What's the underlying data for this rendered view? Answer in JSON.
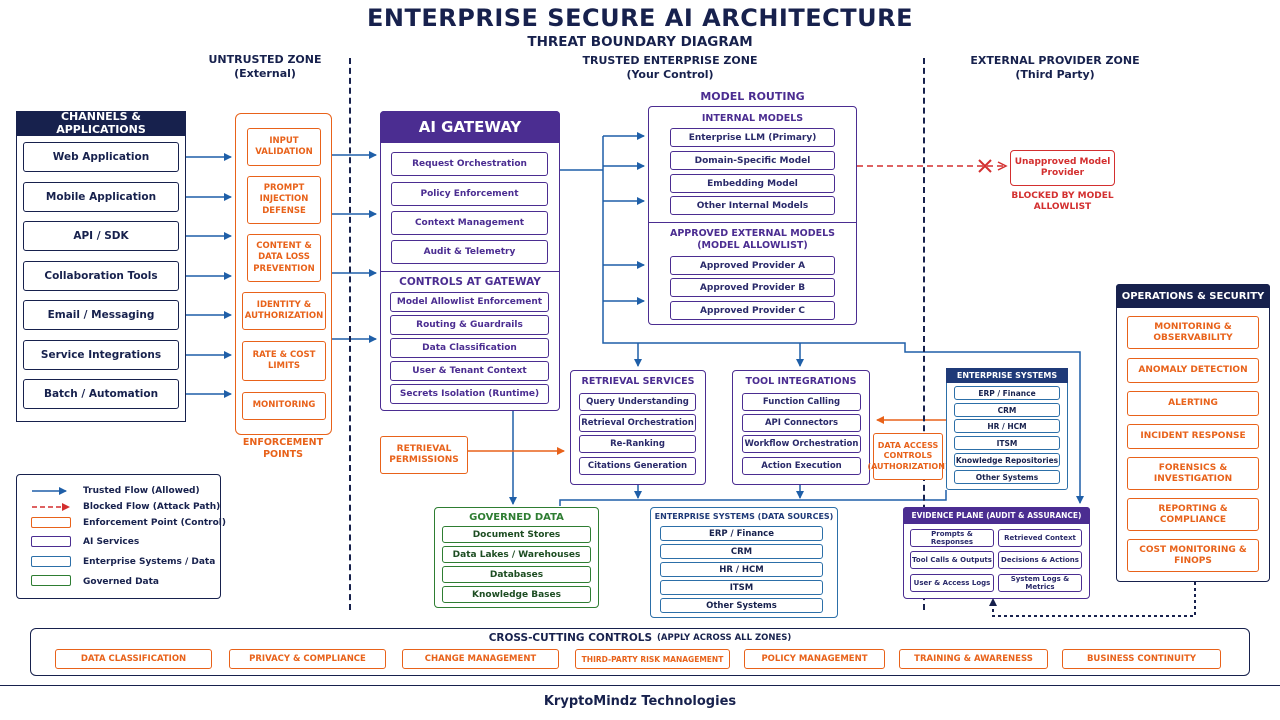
{
  "title": "ENTERPRISE SECURE AI ARCHITECTURE",
  "subtitle": "THREAT BOUNDARY DIAGRAM",
  "zones": {
    "untrusted": {
      "name": "UNTRUSTED ZONE",
      "sub": "(External)"
    },
    "trusted": {
      "name": "TRUSTED ENTERPRISE ZONE",
      "sub": "(Your Control)"
    },
    "external": {
      "name": "EXTERNAL PROVIDER ZONE",
      "sub": "(Third Party)"
    }
  },
  "channels": {
    "heading": "CHANNELS & APPLICATIONS",
    "items": [
      "Web Application",
      "Mobile Application",
      "API / SDK",
      "Collaboration Tools",
      "Email / Messaging",
      "Service Integrations",
      "Batch / Automation"
    ]
  },
  "enforcement": {
    "items": [
      "INPUT VALIDATION",
      "PROMPT INJECTION DEFENSE",
      "CONTENT & DATA LOSS PREVENTION",
      "IDENTITY & AUTHORIZATION",
      "RATE & COST LIMITS",
      "MONITORING"
    ],
    "label": "ENFORCEMENT POINTS"
  },
  "gateway": {
    "heading": "AI GATEWAY",
    "items": [
      "Request Orchestration",
      "Policy Enforcement",
      "Context Management",
      "Audit & Telemetry"
    ],
    "controls_heading": "CONTROLS AT GATEWAY",
    "controls": [
      "Model Allowlist Enforcement",
      "Routing & Guardrails",
      "Data Classification",
      "User & Tenant Context",
      "Secrets Isolation (Runtime)"
    ]
  },
  "retrieval_permissions": "RETRIEVAL PERMISSIONS",
  "model_routing": {
    "heading": "MODEL ROUTING",
    "internal_heading": "INTERNAL MODELS",
    "internal": [
      "Enterprise LLM (Primary)",
      "Domain-Specific Model",
      "Embedding Model",
      "Other Internal Models"
    ],
    "external_heading": "APPROVED EXTERNAL MODELS",
    "external_sub": "(MODEL ALLOWLIST)",
    "external": [
      "Approved Provider A",
      "Approved Provider B",
      "Approved Provider C"
    ]
  },
  "unapproved": {
    "label": "Unapproved Model Provider",
    "blocked": "BLOCKED BY MODEL ALLOWLIST"
  },
  "retrieval": {
    "heading": "RETRIEVAL SERVICES",
    "items": [
      "Query Understanding",
      "Retrieval Orchestration",
      "Re-Ranking",
      "Citations Generation"
    ]
  },
  "tools": {
    "heading": "TOOL INTEGRATIONS",
    "items": [
      "Function Calling",
      "API Connectors",
      "Workflow Orchestration",
      "Action Execution"
    ]
  },
  "data_access": "DATA ACCESS CONTROLS (AUTHORIZATION)",
  "enterprise_systems": {
    "heading": "ENTERPRISE SYSTEMS",
    "items": [
      "ERP / Finance",
      "CRM",
      "HR / HCM",
      "ITSM",
      "Knowledge Repositories",
      "Other Systems"
    ]
  },
  "governed": {
    "heading": "GOVERNED DATA",
    "items": [
      "Document Stores",
      "Data Lakes / Warehouses",
      "Databases",
      "Knowledge Bases"
    ]
  },
  "data_sources": {
    "heading": "ENTERPRISE SYSTEMS (DATA SOURCES)",
    "items": [
      "ERP / Finance",
      "CRM",
      "HR / HCM",
      "ITSM",
      "Other Systems"
    ]
  },
  "evidence": {
    "heading": "EVIDENCE PLANE (AUDIT & ASSURANCE)",
    "items": [
      "Prompts & Responses",
      "Retrieved Context",
      "Tool Calls & Outputs",
      "Decisions & Actions",
      "User & Access Logs",
      "System Logs & Metrics"
    ]
  },
  "operations": {
    "heading": "OPERATIONS & SECURITY",
    "items": [
      "MONITORING & OBSERVABILITY",
      "ANOMALY DETECTION",
      "ALERTING",
      "INCIDENT RESPONSE",
      "FORENSICS & INVESTIGATION",
      "REPORTING & COMPLIANCE",
      "COST MONITORING & FINOPS"
    ]
  },
  "legend": {
    "items": [
      "Trusted Flow (Allowed)",
      "Blocked Flow (Attack Path)",
      "Enforcement Point (Control)",
      "AI Services",
      "Enterprise Systems / Data",
      "Governed Data"
    ]
  },
  "cross_cutting": {
    "heading": "CROSS-CUTTING CONTROLS",
    "sub": "(APPLY ACROSS ALL ZONES)",
    "items": [
      "DATA CLASSIFICATION",
      "PRIVACY & COMPLIANCE",
      "CHANGE MANAGEMENT",
      "THIRD-PARTY RISK MANAGEMENT",
      "POLICY MANAGEMENT",
      "TRAINING & AWARENESS",
      "BUSINESS CONTINUITY"
    ]
  },
  "footer": "KryptoMindz Technologies",
  "colors": {
    "navy": "#17214d",
    "orange": "#e8621a",
    "purple": "#4b2d91",
    "green": "#2e7d32",
    "blue": "#2c6fa8",
    "red": "#d32f2f"
  }
}
